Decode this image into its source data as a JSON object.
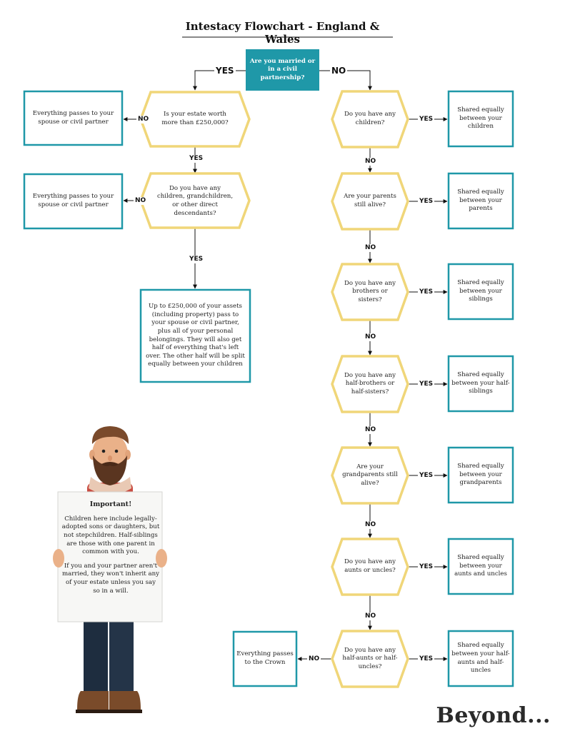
{
  "title": "Intestacy Flowchart - England & Wales",
  "colors": {
    "teal": "#1f98a8",
    "yellow": "#f0d679",
    "text": "#222222"
  },
  "start": {
    "label": "Are you married or in a civil partnership?"
  },
  "married_branch": {
    "q1": "Is your estate worth more than £250,000?",
    "r1": "Everything passes to your spouse or civil partner",
    "q2": "Do you have any children, grandchildren, or other direct descendants?",
    "r2": "Everything passes to your spouse or civil partner",
    "r3": "Up to £250,000 of your assets (including property) pass to your spouse or civil partner, plus all of your personal belongings. They will also get half of everything that's left over. The other half will be split equally between your children"
  },
  "unmarried_branch": [
    {
      "question": "Do you have any children?",
      "result": "Shared equally between your children"
    },
    {
      "question": "Are your parents still alive?",
      "result": "Shared equally between your parents"
    },
    {
      "question": "Do you have any brothers or sisters?",
      "result": "Shared equally between your siblings"
    },
    {
      "question": "Do you have any half-brothers or half-sisters?",
      "result": "Shared equally between your half-siblings"
    },
    {
      "question": "Are your grandparents still alive?",
      "result": "Shared equally between your grandparents"
    },
    {
      "question": "Do you have any aunts or uncles?",
      "result": "Shared equally between your aunts and uncles"
    },
    {
      "question": "Do you have any half-aunts or half-uncles?",
      "result": "Shared equally between your half-aunts and half-uncles"
    }
  ],
  "final_result": "Everything passes to the Crown",
  "labels": {
    "yes": "YES",
    "no": "NO"
  },
  "sign": {
    "heading": "Important!",
    "para1": "Children here include legally-adopted sons or daughters, but not stepchildren. Half-siblings are those with one parent in common with you.",
    "para2": "If you and your partner aren't married, they won't inherit any of your estate unless you say so in a will."
  },
  "logo": "Beyond..."
}
